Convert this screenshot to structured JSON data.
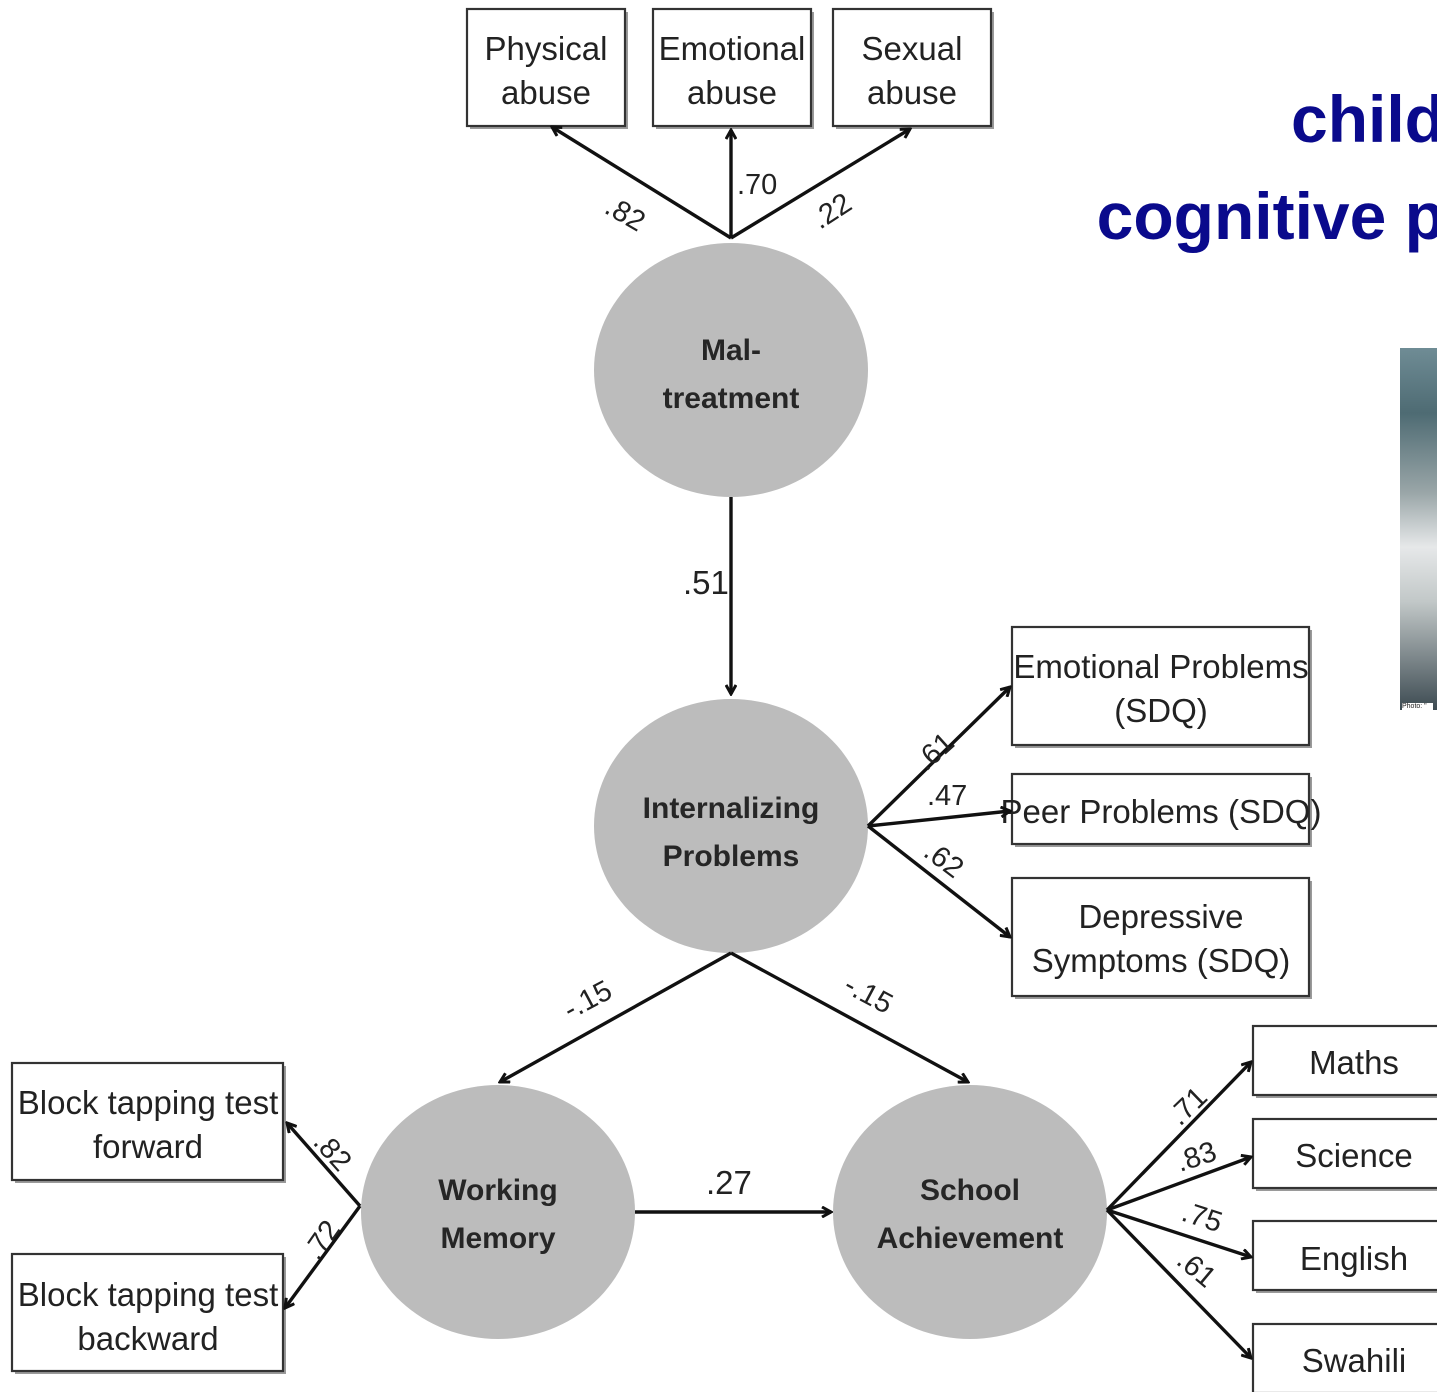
{
  "title": {
    "line1": "child",
    "line2": "cognitive p"
  },
  "photo": {
    "caption": "Photo: \""
  },
  "latent": {
    "maltreatment": [
      "Mal-",
      "treatment"
    ],
    "internalizing": [
      "Internalizing",
      "Problems"
    ],
    "working_memory": [
      "Working",
      "Memory"
    ],
    "school": [
      "School",
      "Achievement"
    ]
  },
  "observed": {
    "physical": [
      "Physical",
      "abuse"
    ],
    "emotional": [
      "Emotional",
      "abuse"
    ],
    "sexual": [
      "Sexual",
      "abuse"
    ],
    "emotional_problems": [
      "Emotional Problems",
      "(SDQ)"
    ],
    "peer_problems": [
      "Peer Problems (SDQ)"
    ],
    "depressive": [
      "Depressive",
      "Symptoms (SDQ)"
    ],
    "block_forward": [
      "Block tapping test",
      "forward"
    ],
    "block_backward": [
      "Block tapping test",
      "backward"
    ],
    "maths": [
      "Maths"
    ],
    "science": [
      "Science"
    ],
    "english": [
      "English"
    ],
    "swahili": [
      "Swahili"
    ]
  },
  "coefficients": {
    "physical": ".82",
    "emotional": ".70",
    "sexual": ".22",
    "mal_to_int": ".51",
    "emotional_problems": ".61",
    "peer_problems": ".47",
    "depressive": ".62",
    "int_to_wm": "-.15",
    "int_to_school": "-.15",
    "wm_to_school": ".27",
    "block_forward": ".82",
    "block_backward": ".72",
    "maths": ".71",
    "science": ".83",
    "english": ".75",
    "swahili": ".61"
  },
  "colors": {
    "title": "#0a0a8c",
    "latent_fill": "#bcbcbc",
    "box_stroke": "#333333",
    "arrow": "#111111"
  }
}
